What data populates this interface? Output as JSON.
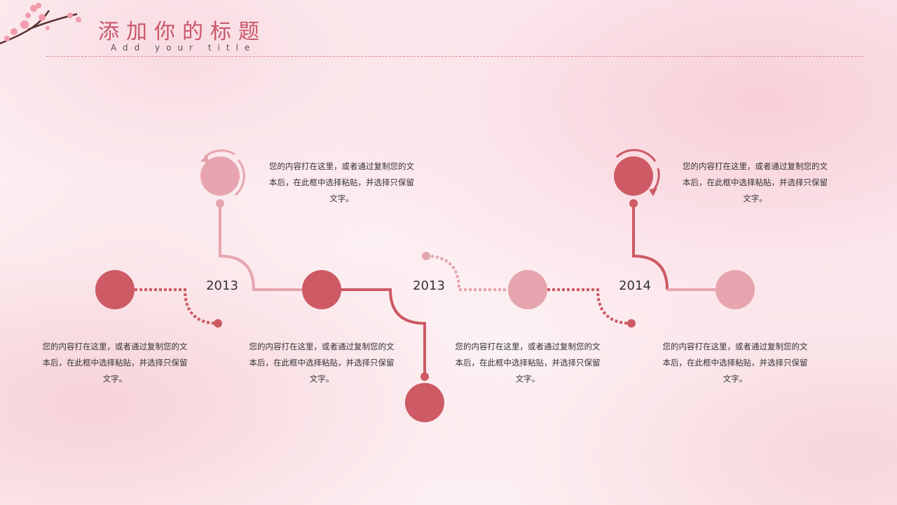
{
  "header": {
    "title": "添加你的标题",
    "subtitle": "Add your title"
  },
  "colors": {
    "dark": "#cd5a64",
    "light": "#e6a5ae"
  },
  "timeline": {
    "years": [
      "2013",
      "2013",
      "2014"
    ],
    "top_texts": [
      "您的内容打在这里，或者通过复制您的文本后，在此框中选择粘贴，并选择只保留文字。",
      "您的内容打在这里，或者通过复制您的文本后，在此框中选择粘贴，并选择只保留文字。"
    ],
    "bottom_texts": [
      "您的内容打在这里，或者通过复制您的文本后，在此框中选择粘贴，并选择只保留文字。",
      "您的内容打在这里，或者通过复制您的文本后，在此框中选择粘贴，并选择只保留文字。",
      "您的内容打在这里，或者通过复制您的文本后，在此框中选择粘贴，并选择只保留文字。",
      "您的内容打在这里，或者通过复制您的文本后，在此框中选择粘贴，并选择只保留文字。"
    ]
  }
}
